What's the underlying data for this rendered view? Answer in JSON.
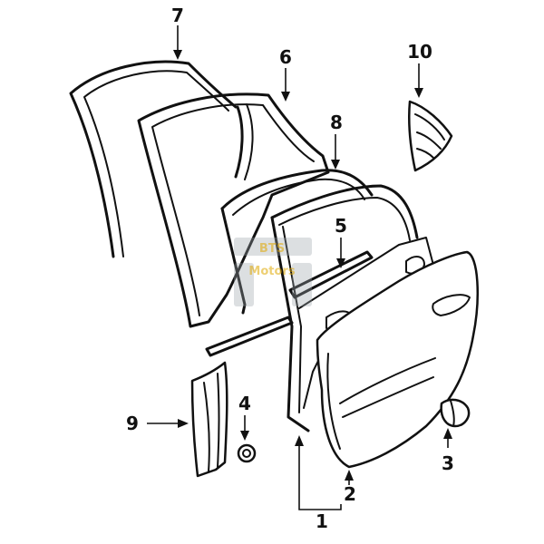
{
  "diagram": {
    "callouts": [
      {
        "id": "1",
        "label": "1"
      },
      {
        "id": "2",
        "label": "2"
      },
      {
        "id": "3",
        "label": "3"
      },
      {
        "id": "4",
        "label": "4"
      },
      {
        "id": "5",
        "label": "5"
      },
      {
        "id": "6",
        "label": "6"
      },
      {
        "id": "7",
        "label": "7"
      },
      {
        "id": "8",
        "label": "8"
      },
      {
        "id": "9",
        "label": "9"
      },
      {
        "id": "10",
        "label": "10"
      }
    ],
    "watermark": {
      "line1": "BTS",
      "line2": "Motors"
    }
  }
}
